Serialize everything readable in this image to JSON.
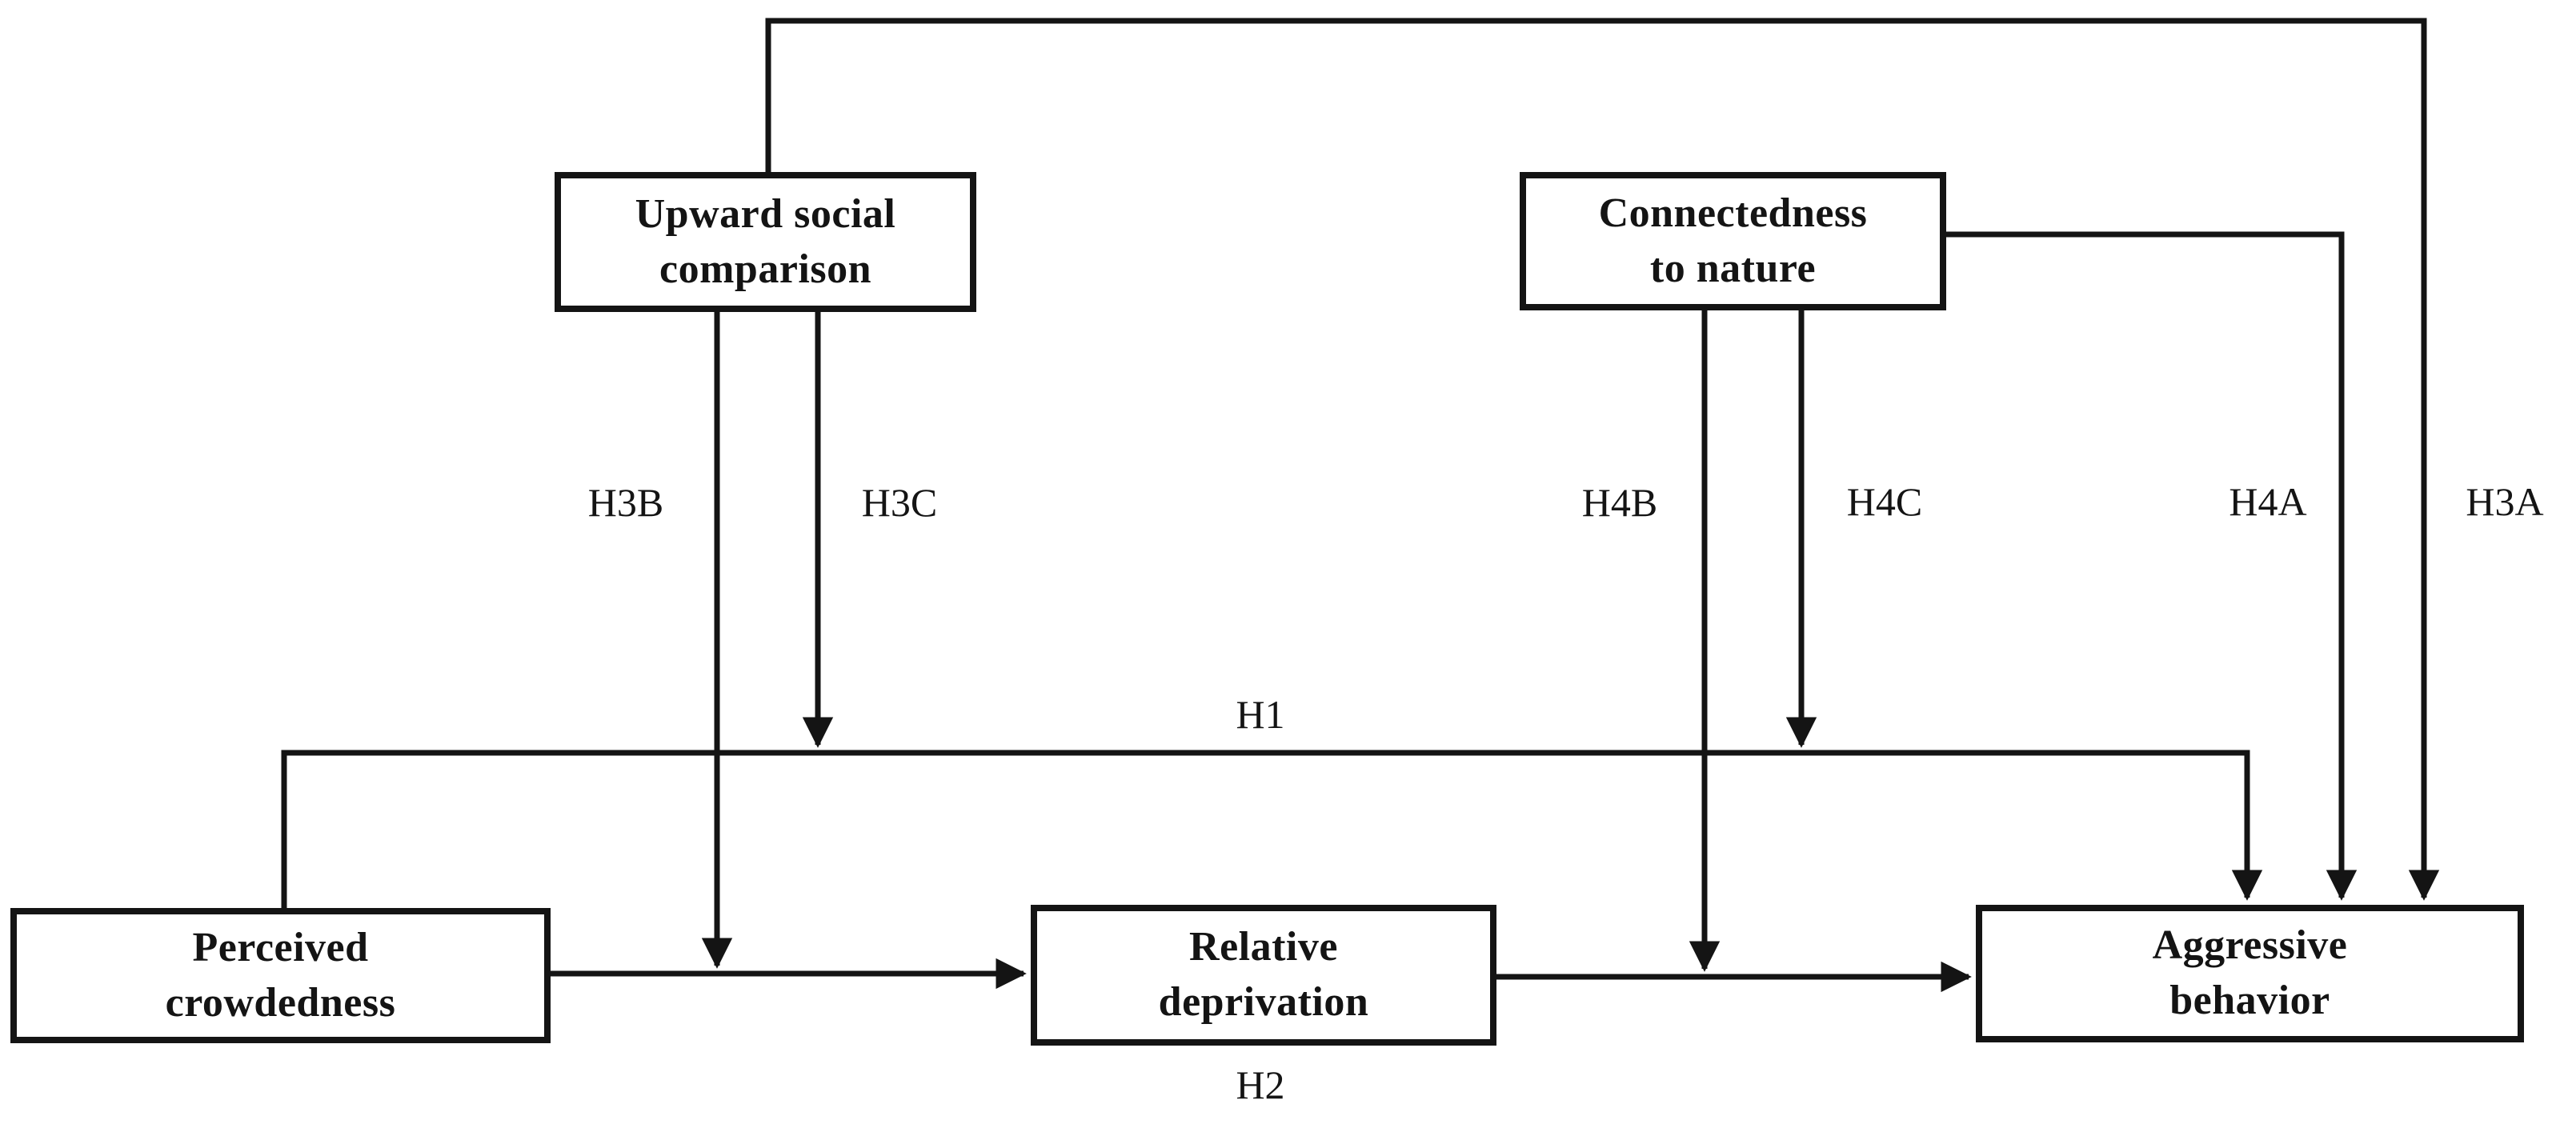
{
  "diagram": {
    "type": "path-model",
    "background": "#ffffff",
    "line_color": "#141414",
    "text_color": "#141414",
    "nodes": {
      "usc": {
        "line1": "Upward social",
        "line2": "comparison"
      },
      "cn": {
        "line1": "Connectedness",
        "line2": "to nature"
      },
      "pc": {
        "line1": "Perceived",
        "line2": "crowdedness"
      },
      "rd": {
        "line1": "Relative",
        "line2": "deprivation"
      },
      "ab": {
        "line1": "Aggressive",
        "line2": "behavior"
      }
    },
    "labels": {
      "h1": "H1",
      "h2": "H2",
      "h3a": "H3A",
      "h3b": "H3B",
      "h3c": "H3C",
      "h4a": "H4A",
      "h4b": "H4B",
      "h4c": "H4C"
    },
    "edges": [
      {
        "label": "H1",
        "from": "Perceived crowdedness",
        "to": "Aggressive behavior"
      },
      {
        "label": "H2",
        "from": "Relative deprivation",
        "to": "Aggressive behavior"
      },
      {
        "label": "",
        "from": "Perceived crowdedness",
        "to": "Relative deprivation"
      },
      {
        "label": "H3A",
        "from": "Upward social comparison",
        "to": "Aggressive behavior"
      },
      {
        "label": "H3B",
        "from": "Upward social comparison",
        "to": "path: Perceived crowdedness → Relative deprivation"
      },
      {
        "label": "H3C",
        "from": "Upward social comparison",
        "to": "path: H1"
      },
      {
        "label": "H4A",
        "from": "Connectedness to nature",
        "to": "Aggressive behavior"
      },
      {
        "label": "H4B",
        "from": "Connectedness to nature",
        "to": "path: Relative deprivation → Aggressive behavior"
      },
      {
        "label": "H4C",
        "from": "Connectedness to nature",
        "to": "path: H1"
      }
    ]
  }
}
